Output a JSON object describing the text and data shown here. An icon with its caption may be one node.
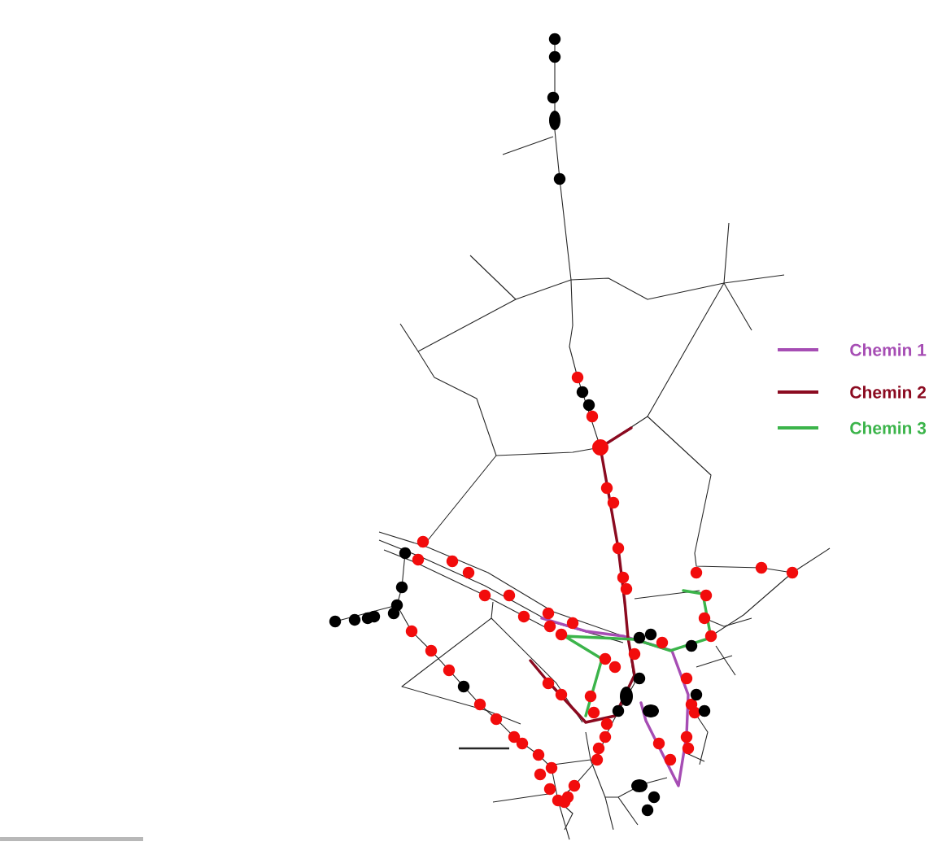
{
  "diagram": {
    "legend": [
      {
        "text": "Chemin 1",
        "color": "#a64db4"
      },
      {
        "text": "Chemin 2",
        "color": "#8b0a20"
      },
      {
        "text": "Chemin 3",
        "color": "#3bb44a"
      }
    ]
  }
}
